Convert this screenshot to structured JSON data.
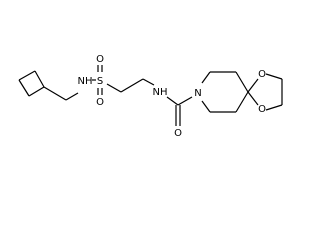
{
  "molecule": {
    "atoms": {
      "nh_sulfonamide": "NH",
      "sulfur": "S",
      "oxygen_sulfonyl_top": "O",
      "oxygen_sulfonyl_bottom": "O",
      "nh_amide": "NH",
      "nitrogen_ring": "N",
      "oxygen_carbonyl": "O",
      "oxygen_dioxolane_top": "O",
      "oxygen_dioxolane_bottom": "O"
    }
  }
}
